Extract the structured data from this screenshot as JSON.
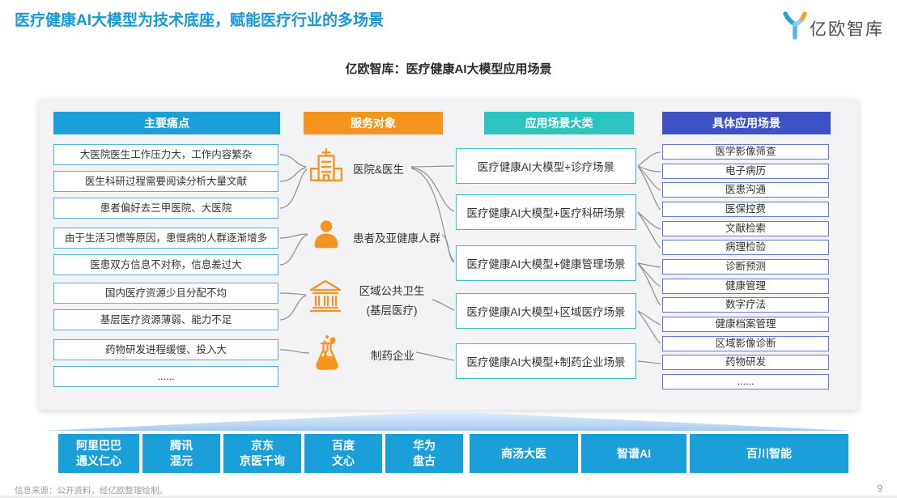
{
  "page": {
    "title": "医疗健康AI大模型为技术底座，赋能医疗行业的多场景",
    "brand": "亿欧智库",
    "subtitle": "亿欧智库：医疗健康AI大模型应用场景",
    "source_note": "信息来源：公开资料，经亿欧整理绘制。",
    "page_number": "9"
  },
  "columns": {
    "pain_points": {
      "header": "主要痛点",
      "items": [
        "大医院医生工作压力大，工作内容繁杂",
        "医生科研过程需要阅读分析大量文献",
        "患者偏好去三甲医院、大医院",
        "由于生活习惯等原因，患慢病的人群逐渐增多",
        "医患双方信息不对称，信息差过大",
        "国内医疗资源少且分配不均",
        "基层医疗资源薄弱、能力不足",
        "药物研发进程缓慢、投入大",
        "......"
      ]
    },
    "service_targets": {
      "header": "服务对象",
      "items": [
        {
          "label": "医院&医生",
          "icon": "hospital-icon"
        },
        {
          "label": "患者及亚健康人群",
          "icon": "patient-icon"
        },
        {
          "label": "区域公共卫生",
          "sublabel": "(基层医疗)",
          "icon": "government-building-icon"
        },
        {
          "label": "制药企业",
          "icon": "pharma-flask-icon"
        }
      ]
    },
    "scenario_categories": {
      "header": "应用场景大类",
      "items": [
        "医疗健康AI大模型+诊疗场景",
        "医疗健康AI大模型+医疗科研场景",
        "医疗健康AI大模型+健康管理场景",
        "医疗健康AI大模型+区域医疗场景",
        "医疗健康AI大模型+制药企业场景"
      ]
    },
    "specific_scenarios": {
      "header": "具体应用场景",
      "items": [
        "医学影像筛查",
        "电子病历",
        "医患沟通",
        "医保控费",
        "文献检索",
        "病理检验",
        "诊断预测",
        "健康管理",
        "数字疗法",
        "健康档案管理",
        "区域影像诊断",
        "药物研发",
        "......"
      ]
    }
  },
  "models": [
    {
      "line1": "阿里巴巴",
      "line2": "通义仁心"
    },
    {
      "line1": "腾讯",
      "line2": "混元"
    },
    {
      "line1": "京东",
      "line2": "京医千询"
    },
    {
      "line1": "百度",
      "line2": "文心"
    },
    {
      "line1": "华为",
      "line2": "盘古"
    },
    {
      "line1": "商汤大医",
      "line2": ""
    },
    {
      "line1": "智谱AI",
      "line2": ""
    },
    {
      "line1": "百川智能",
      "line2": ""
    }
  ],
  "colors": {
    "title_blue": "#1899d6",
    "header_blue": "#1b9fd8",
    "header_orange": "#f5941d",
    "header_teal": "#2bc4c1",
    "header_indigo": "#3d52c4",
    "icon_orange": "#f5941e",
    "model_box_blue": "#1b9fd8"
  }
}
